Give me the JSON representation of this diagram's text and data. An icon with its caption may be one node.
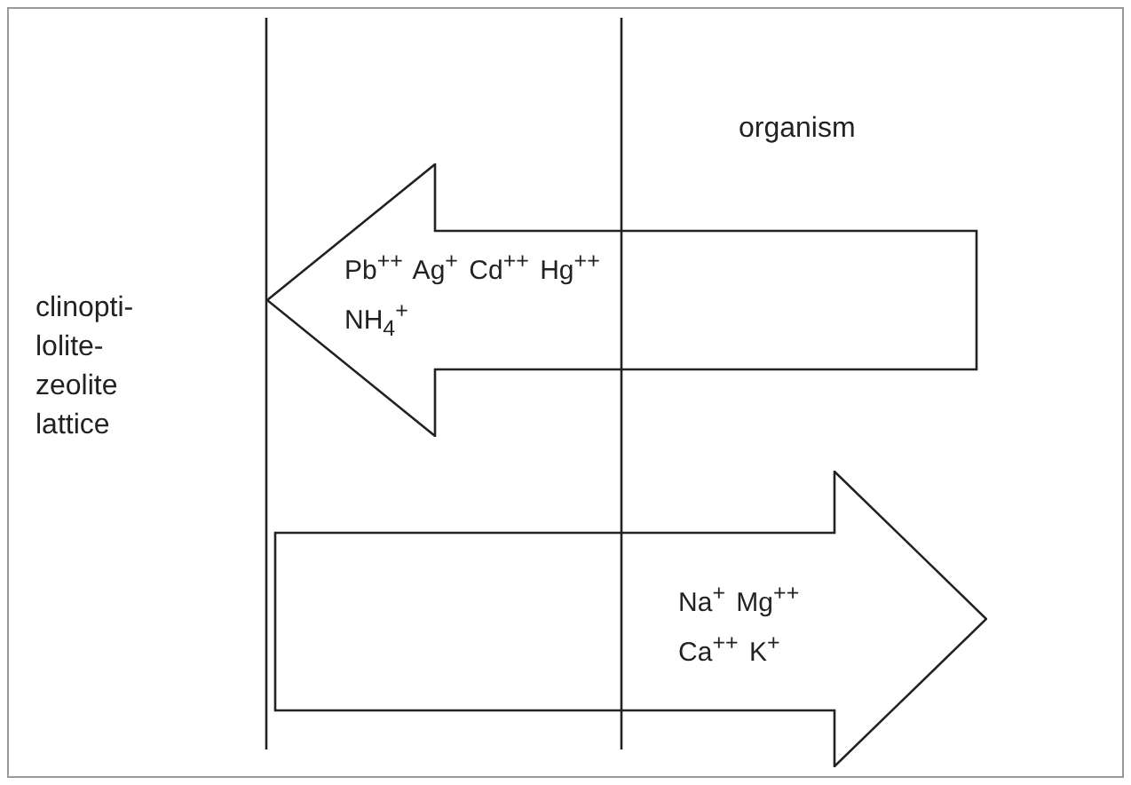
{
  "diagram": {
    "nodes": [
      {
        "text": [
          "Pb$^{++}$ Ag$^{+}$ Cd$^{++}$ Hg$^{++}$ NH$_{4}$$^{+}$"
        ]
      },
      {
        "text": [
          "Na$^{+}$ Mg$^{++}$ Ca$^{++}$ K$^{+}$"
        ]
      }
    ],
    "edges": [],
    "labels": [
      "organism",
      "clinopti- lolite- zeolite lattice"
    ]
  }
}
